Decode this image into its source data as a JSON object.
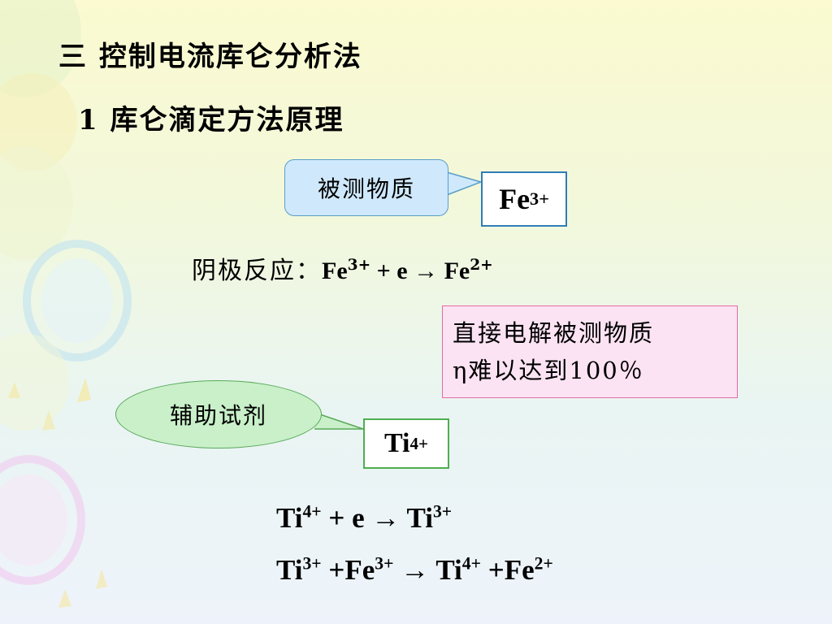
{
  "heading": {
    "section": "三  控制电流库仑分析法",
    "subsection": "1 库仑滴定方法原理"
  },
  "analyte_callout": {
    "label": "被测物质",
    "species_base": "Fe",
    "species_charge": "3+"
  },
  "cathode_reaction": {
    "label": "阴极反应：",
    "reactant": "Fe",
    "reactant_charge": "3+",
    "middle": " + e → ",
    "product": "Fe",
    "product_charge": "2+"
  },
  "note_box": {
    "line1": "直接电解被测物质",
    "line2": "η难以达到100％"
  },
  "reagent_callout": {
    "label": "辅助试剂",
    "species_base": "Ti",
    "species_charge": "4+"
  },
  "equations": {
    "eq1": {
      "a": "Ti",
      "a_charge": "4+",
      "op1": " + e → ",
      "b": "Ti",
      "b_charge": "3+"
    },
    "eq2": {
      "a": "Ti",
      "a_charge": "3+",
      "op1": " +",
      "b": "Fe",
      "b_charge": "3+",
      "op2": " → ",
      "c": "Ti",
      "c_charge": "4+",
      "op3": " +",
      "d": "Fe",
      "d_charge": "2+"
    }
  },
  "colors": {
    "blue_callout_fill": "#cfe8fb",
    "green_callout_fill": "#c9f0c9",
    "pink_box_fill": "#fbe3f3",
    "pink_box_border": "#e46aa8"
  }
}
